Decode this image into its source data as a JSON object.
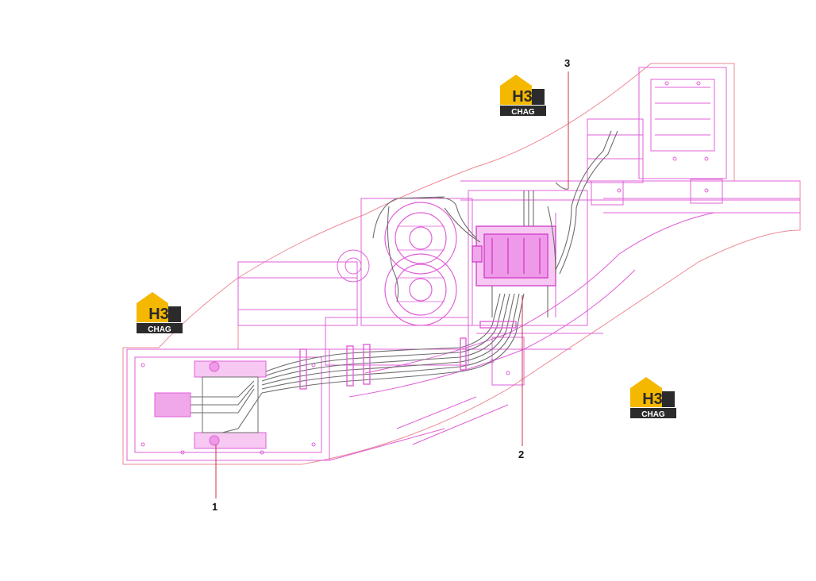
{
  "callouts": [
    {
      "id": "1",
      "label": "1"
    },
    {
      "id": "2",
      "label": "2"
    },
    {
      "id": "3",
      "label": "3"
    }
  ],
  "watermark": {
    "top": "H3",
    "bottom": "CHAG",
    "colors": {
      "accent": "#f5b800",
      "dark": "#2b2b2b",
      "text": "#ffffff"
    }
  },
  "colors": {
    "frame": "#e060d8",
    "frame_light": "#f0a8ea",
    "outline": "#ee8a95",
    "hose": "#6e6e6e",
    "leader": "#cc3344"
  }
}
